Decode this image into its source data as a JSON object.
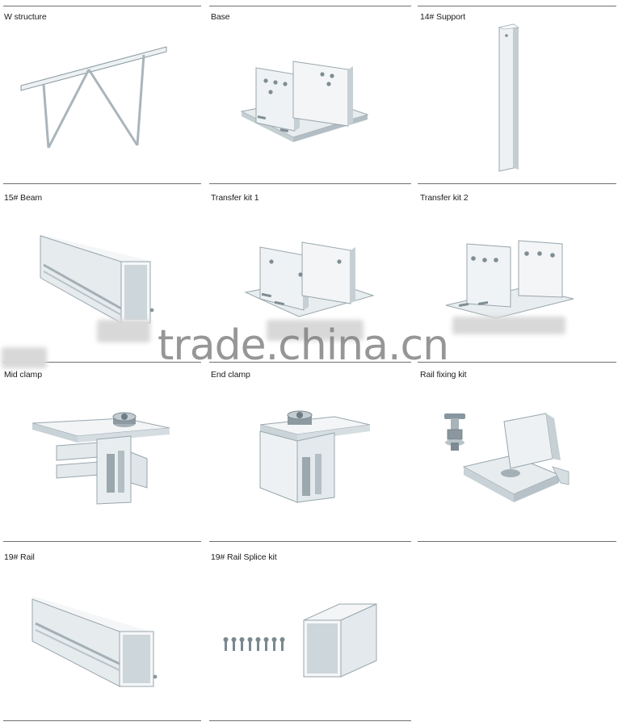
{
  "watermark": "trade.china.cn",
  "products": [
    {
      "name": "W structure"
    },
    {
      "name": "Base"
    },
    {
      "name": "14# Support"
    },
    {
      "name": "15# Beam"
    },
    {
      "name": "Transfer kit 1"
    },
    {
      "name": "Transfer kit 2"
    },
    {
      "name": "Mid clamp"
    },
    {
      "name": "End clamp"
    },
    {
      "name": "Rail fixing kit"
    },
    {
      "name": "19# Rail"
    },
    {
      "name": "19# Rail Splice kit"
    }
  ]
}
